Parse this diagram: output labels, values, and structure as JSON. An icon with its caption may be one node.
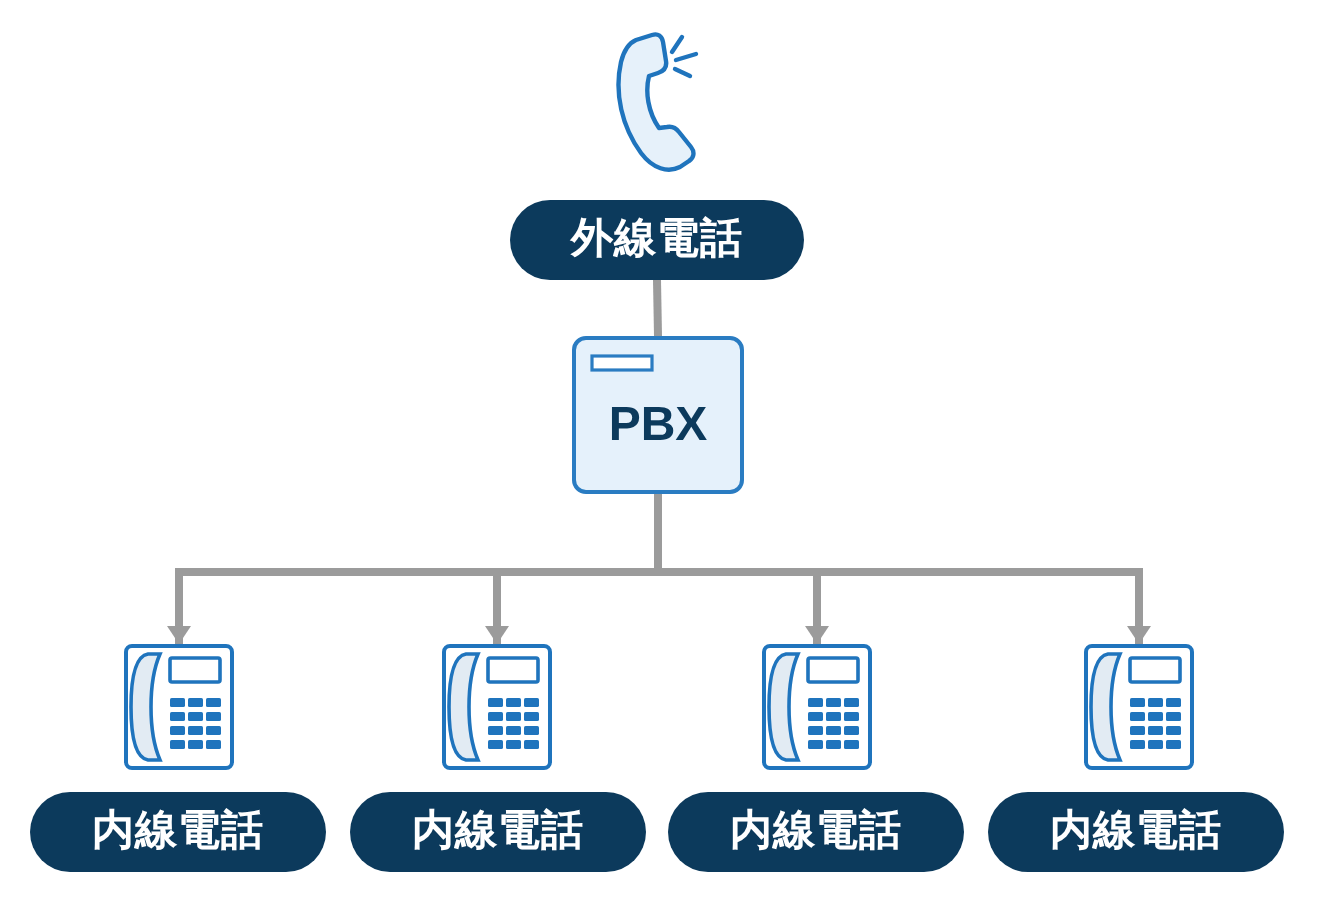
{
  "diagram": {
    "nodes": [
      {
        "text": [
          "外線電話"
        ]
      },
      {
        "text": [
          "PBX"
        ]
      },
      {
        "text": [],
        "shape": "picture"
      },
      {
        "text": [],
        "shape": "picture"
      },
      {
        "text": [],
        "shape": "picture"
      },
      {
        "text": [],
        "shape": "picture"
      },
      {
        "text": [
          "内線電話"
        ]
      },
      {
        "text": [
          "内線電話"
        ]
      },
      {
        "text": [
          "内線電話"
        ]
      },
      {
        "text": [
          "内線電話"
        ]
      }
    ],
    "edges": [
      {
        "from": 0,
        "to": 1,
        "arrow": "none"
      },
      {
        "from": 1,
        "to": 2,
        "arrow": "to"
      },
      {
        "from": 1,
        "to": 3,
        "arrow": "to"
      },
      {
        "from": 1,
        "to": 4,
        "arrow": "to"
      },
      {
        "from": 1,
        "to": 5,
        "arrow": "to"
      }
    ]
  }
}
